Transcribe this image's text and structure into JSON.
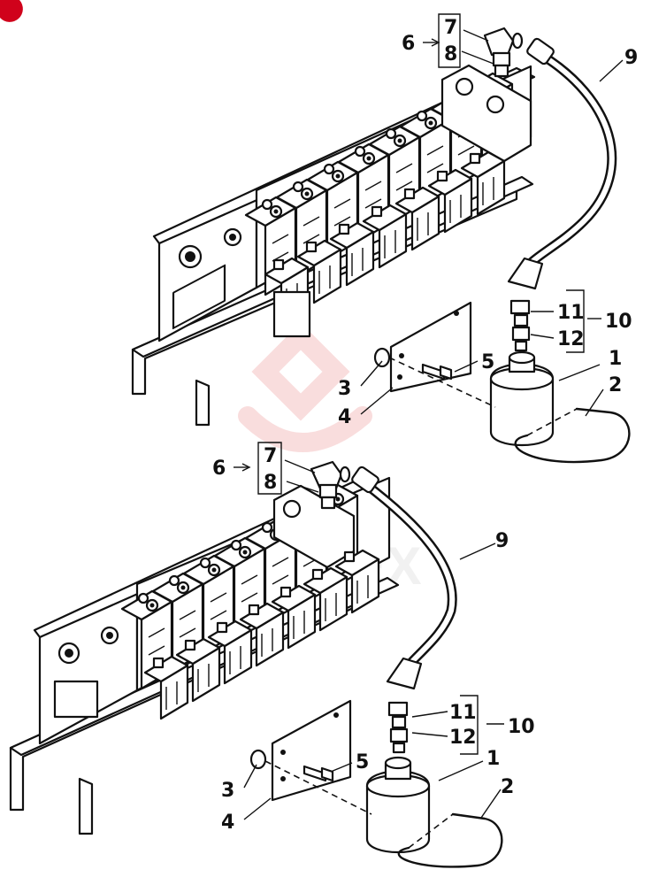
{
  "diagram": {
    "watermark": "TEX",
    "assemblies": [
      {
        "callouts": {
          "c1": "1",
          "c2": "2",
          "c3": "3",
          "c4": "4",
          "c5": "5",
          "c6": "6",
          "c7": "7",
          "c8": "8",
          "c9": "9",
          "c10": "10",
          "c11": "11",
          "c12": "12"
        }
      },
      {
        "callouts": {
          "c1": "1",
          "c2": "2",
          "c3": "3",
          "c4": "4",
          "c5": "5",
          "c6": "6",
          "c7": "7",
          "c8": "8",
          "c9": "9",
          "c10": "10",
          "c11": "11",
          "c12": "12"
        }
      }
    ]
  }
}
